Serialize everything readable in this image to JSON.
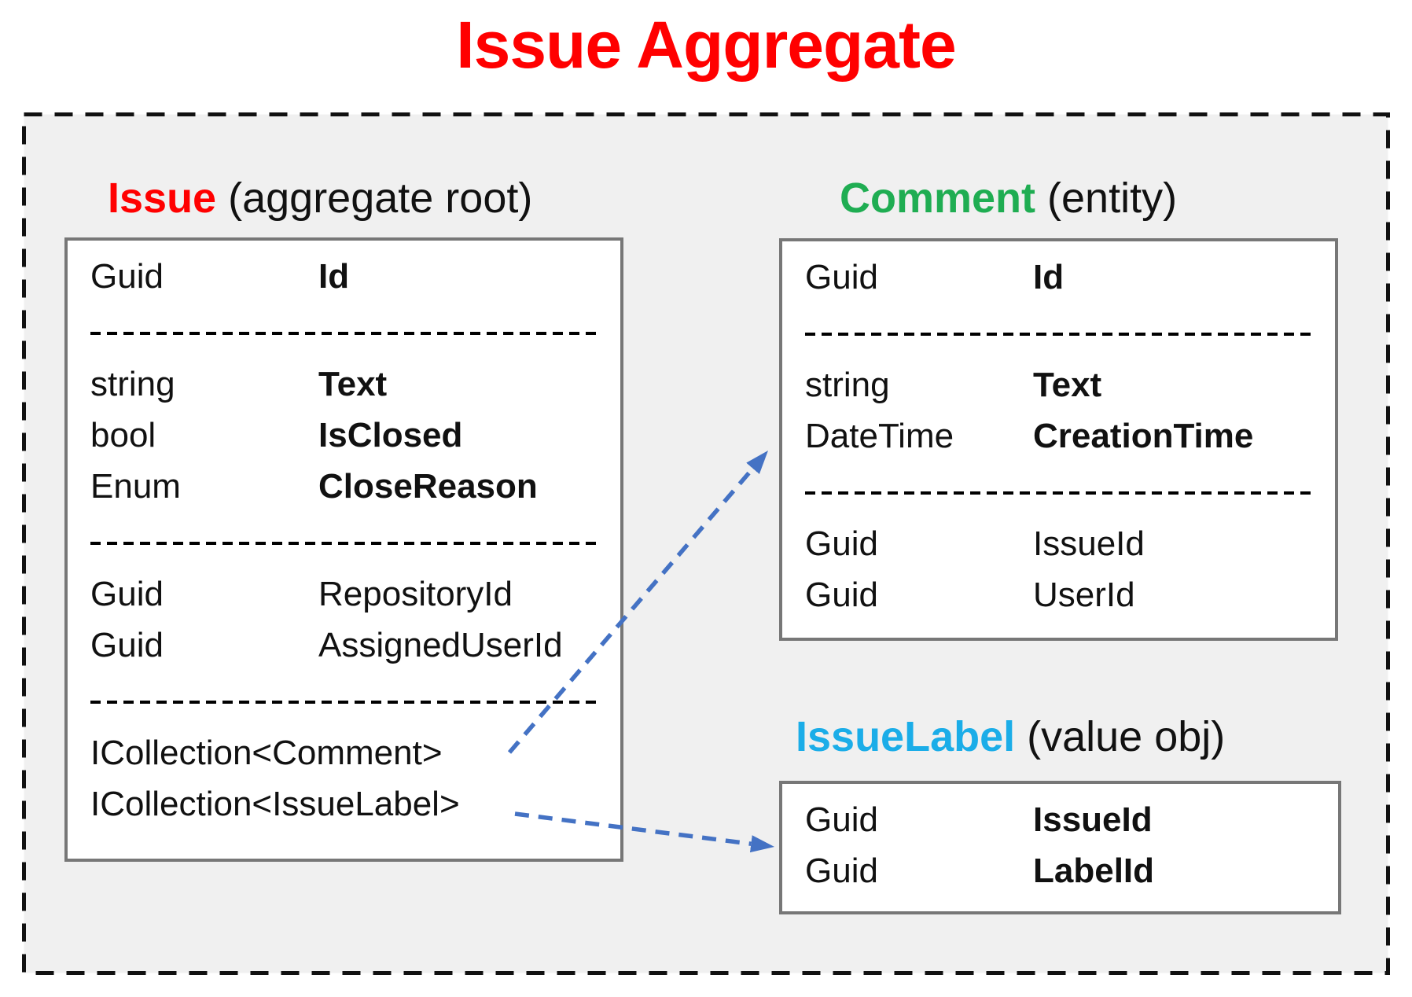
{
  "page": {
    "title": "Issue Aggregate"
  },
  "colors": {
    "title": "#FF0000",
    "frame_background": "#F0F0F0",
    "frame_border": "#111111",
    "box_border": "#777777",
    "text": "#111111",
    "arrow": "#4472C4",
    "issue_accent": "#FF0000",
    "comment_accent": "#1FAD52",
    "issuelabel_accent": "#1BADE8"
  },
  "entities": [
    {
      "id": "issue",
      "name": "Issue",
      "stereotype": "(aggregate root)",
      "accent": "#FF0000",
      "sections": [
        [
          {
            "type": "Guid",
            "field": "Id",
            "bold": true
          }
        ],
        [
          {
            "type": "string",
            "field": "Text",
            "bold": true
          },
          {
            "type": "bool",
            "field": "IsClosed",
            "bold": true
          },
          {
            "type": "Enum",
            "field": "CloseReason",
            "bold": true
          }
        ],
        [
          {
            "type": "Guid",
            "field": "RepositoryId",
            "bold": false
          },
          {
            "type": "Guid",
            "field": "AssignedUserId",
            "bold": false
          }
        ],
        [
          {
            "type": "ICollection<Comment>",
            "field": "",
            "bold": false
          },
          {
            "type": "ICollection<IssueLabel>",
            "field": "",
            "bold": false
          }
        ]
      ]
    },
    {
      "id": "comment",
      "name": "Comment",
      "stereotype": "(entity)",
      "accent": "#1FAD52",
      "sections": [
        [
          {
            "type": "Guid",
            "field": "Id",
            "bold": true
          }
        ],
        [
          {
            "type": "string",
            "field": "Text",
            "bold": true
          },
          {
            "type": "DateTime",
            "field": "CreationTime",
            "bold": true
          }
        ],
        [
          {
            "type": "Guid",
            "field": "IssueId",
            "bold": false
          },
          {
            "type": "Guid",
            "field": "UserId",
            "bold": false
          }
        ]
      ]
    },
    {
      "id": "issuelabel",
      "name": "IssueLabel",
      "stereotype": "(value obj)",
      "accent": "#1BADE8",
      "sections": [
        [
          {
            "type": "Guid",
            "field": "IssueId",
            "bold": true
          },
          {
            "type": "Guid",
            "field": "LabelId",
            "bold": true
          }
        ]
      ]
    }
  ],
  "arrows": [
    {
      "from": "Issue.ICollection<Comment>",
      "to": "Comment"
    },
    {
      "from": "Issue.ICollection<IssueLabel>",
      "to": "IssueLabel"
    }
  ]
}
